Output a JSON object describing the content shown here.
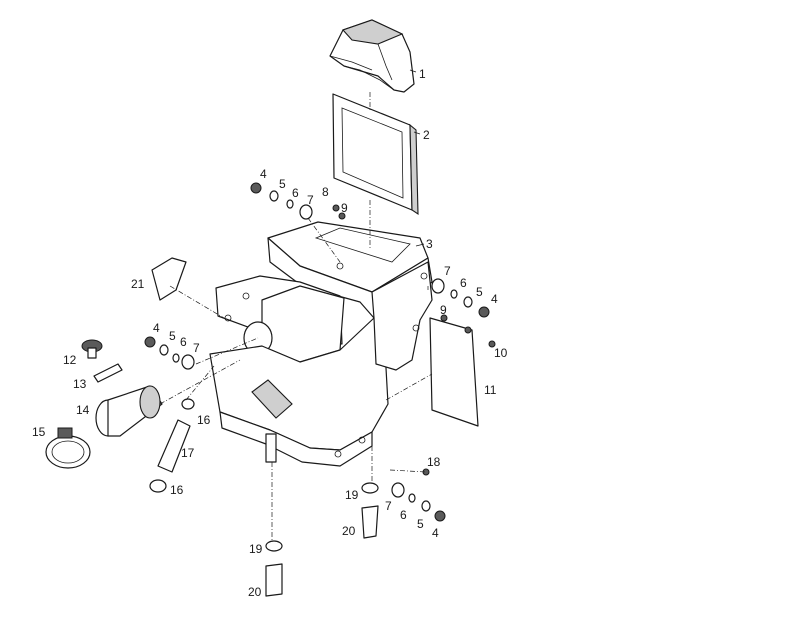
{
  "callouts": [
    {
      "id": "c1",
      "text": "1"
    },
    {
      "id": "c2",
      "text": "2"
    },
    {
      "id": "c3",
      "text": "3"
    },
    {
      "id": "c4a",
      "text": "4"
    },
    {
      "id": "c5a",
      "text": "5"
    },
    {
      "id": "c6a",
      "text": "6"
    },
    {
      "id": "c7a",
      "text": "7"
    },
    {
      "id": "c8",
      "text": "8"
    },
    {
      "id": "c9",
      "text": "9"
    },
    {
      "id": "c7b",
      "text": "7"
    },
    {
      "id": "c6b",
      "text": "6"
    },
    {
      "id": "c5b",
      "text": "5"
    },
    {
      "id": "c4b",
      "text": "4"
    },
    {
      "id": "c9b",
      "text": "9"
    },
    {
      "id": "c10",
      "text": "10"
    },
    {
      "id": "c11",
      "text": "11"
    },
    {
      "id": "c21",
      "text": "21"
    },
    {
      "id": "c4c",
      "text": "4"
    },
    {
      "id": "c5c",
      "text": "5"
    },
    {
      "id": "c6c",
      "text": "6"
    },
    {
      "id": "c7c",
      "text": "7"
    },
    {
      "id": "c12",
      "text": "12"
    },
    {
      "id": "c13",
      "text": "13"
    },
    {
      "id": "c14",
      "text": "14"
    },
    {
      "id": "c15",
      "text": "15"
    },
    {
      "id": "c16a",
      "text": "16"
    },
    {
      "id": "c17",
      "text": "17"
    },
    {
      "id": "c16b",
      "text": "16"
    },
    {
      "id": "c18",
      "text": "18"
    },
    {
      "id": "c19a",
      "text": "19"
    },
    {
      "id": "c7d",
      "text": "7"
    },
    {
      "id": "c6d",
      "text": "6"
    },
    {
      "id": "c5d",
      "text": "5"
    },
    {
      "id": "c4d",
      "text": "4"
    },
    {
      "id": "c20a",
      "text": "20"
    },
    {
      "id": "c19b",
      "text": "19"
    },
    {
      "id": "c20b",
      "text": "20"
    }
  ]
}
